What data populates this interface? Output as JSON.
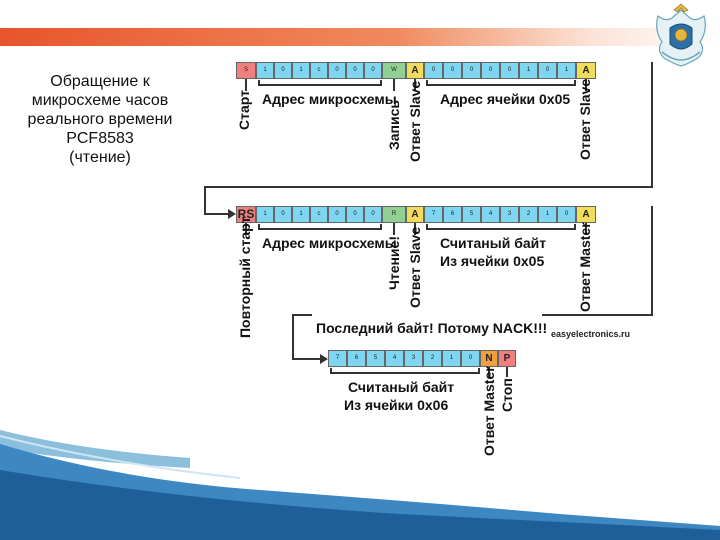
{
  "slide": {
    "title_lines": [
      "Обращение к",
      "микросхеме часов",
      "реального времени",
      "PCF8583",
      "(чтение)"
    ],
    "website": "easyelectronics.ru"
  },
  "row1": {
    "cells": [
      "S",
      "1",
      "0",
      "1",
      "c",
      "0",
      "0",
      "0",
      "W",
      "A",
      "0",
      "0",
      "0",
      "0",
      "0",
      "1",
      "0",
      "1",
      "A"
    ],
    "label_device_address": "Адрес микросхемы",
    "label_cell_address": "Адрес ячейки 0x05",
    "label_start": "Старт",
    "label_write": "Запись",
    "label_slave_ack": "Ответ Slave",
    "label_slave_ack_2": "Ответ Slave"
  },
  "row2": {
    "cells": [
      "RS",
      "1",
      "0",
      "1",
      "c",
      "0",
      "0",
      "0",
      "R",
      "A",
      "7",
      "6",
      "5",
      "4",
      "3",
      "2",
      "1",
      "0",
      "A"
    ],
    "label_device_address": "Адрес микросхемы",
    "label_read_byte_1": "Считаный байт",
    "label_read_byte_2": "Из ячейки 0x05",
    "label_repeated_start": "Повторный старт",
    "label_read": "Чтение!",
    "label_slave_ack": "Ответ Slave",
    "label_master_ack": "Ответ Master"
  },
  "row3": {
    "cells": [
      "7",
      "6",
      "5",
      "4",
      "3",
      "2",
      "1",
      "0",
      "N",
      "P"
    ],
    "label_last_byte": "Последний байт! Потому NACK!!!",
    "label_read_byte_1": "Считаный байт",
    "label_read_byte_2": "Из ячейки 0x06",
    "label_master_ack": "Ответ Master",
    "label_stop": "Стоп"
  },
  "colors": {
    "accent": "#e8542b",
    "start_cell": "#f08080",
    "address_cell": "#7fd6f0",
    "rw_cell": "#90d090",
    "ack_cell": "#f2dc5c",
    "nack_cell": "#f0a040",
    "data_cell": "#7fd6f0"
  }
}
